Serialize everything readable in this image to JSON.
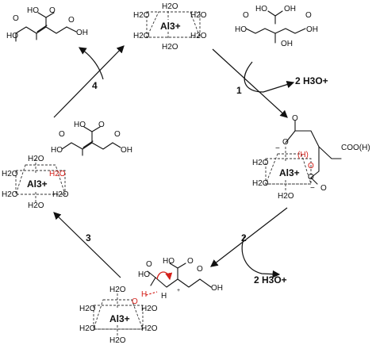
{
  "labels": {
    "water": "H2O",
    "al_top": "Al3+",
    "al_cplx": "Al3+",
    "al_bottom": "Al3+",
    "al_left": "Al3+",
    "cooh_h": "COO(H)",
    "h_paren": "(H)",
    "o_red": "O",
    "o_black": "O",
    "neg": "−",
    "plus": "+",
    "h_red": "H",
    "h_black": "H",
    "oh": "OH",
    "ho": "HO"
  },
  "steps": {
    "step1": "1",
    "step2": "2",
    "step3": "3",
    "step4": "4",
    "release1": "2 H3O+",
    "release2": "2 H3O+"
  }
}
